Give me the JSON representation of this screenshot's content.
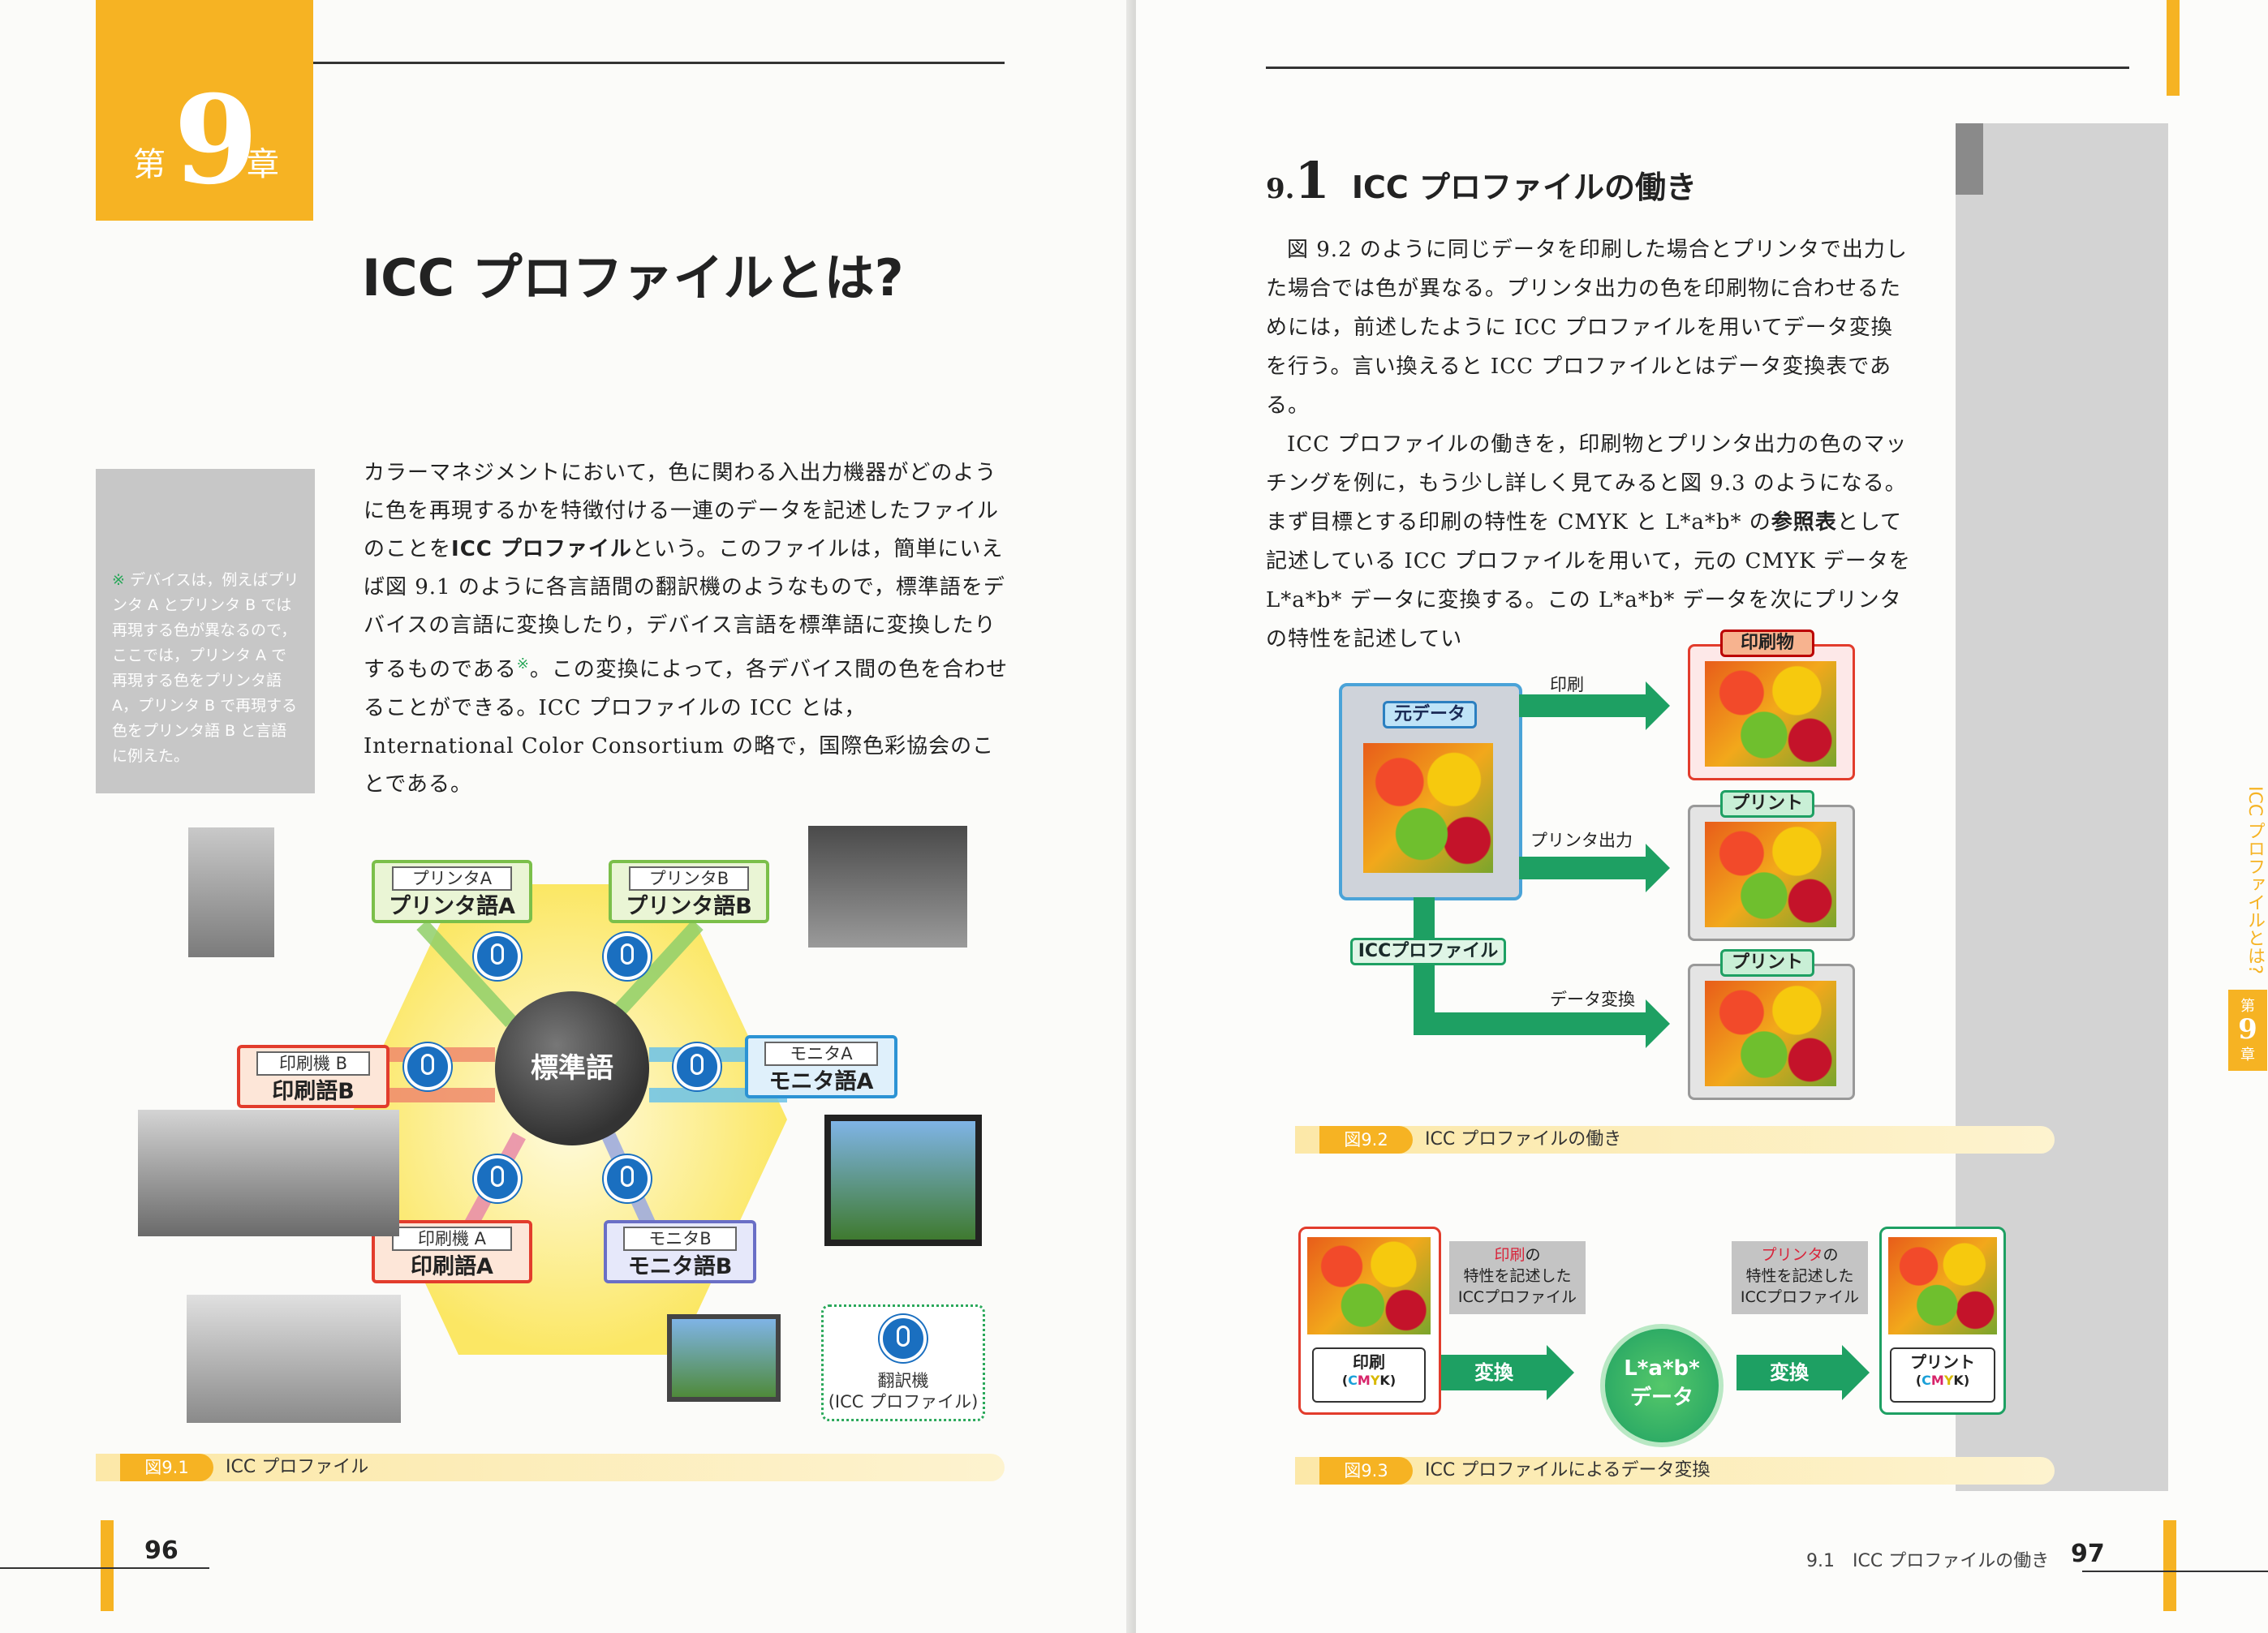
{
  "left_page": {
    "chapter": {
      "prefix": "第",
      "number": "9",
      "suffix": "章"
    },
    "title": "ICC プロファイルとは?",
    "note": {
      "mark": "※",
      "text": "デバイスは，例えばプリンタ A とプリンタ B では再現する色が異なるので，ここでは，プリンタ A で再現する色をプリンタ語 A，プリンタ B で再現する色をプリンタ語 B と言語に例えた。"
    },
    "body": {
      "p1a": "カラーマネジメントにおいて，色に関わる入出力機器がどのように色を再現するかを特徴付ける一連のデータを記述したファイルのことを",
      "p1b": "ICC プロファイル",
      "p1c": "という。このファイルは，簡単にいえば図 9.1 のように各言語間の翻訳機のようなもので，標準語をデバイスの言語に変換したり，デバイス言語を標準語に変換したりするものである",
      "p1sup": "※",
      "p1d": "。この変換によって，各デバイス間の色を合わせることができる。ICC プロファイルの ICC とは，International Color Consortium の略で，国際色彩協会のことである。"
    },
    "figure": {
      "hub": "標準語",
      "boxes": [
        {
          "device": "プリンタA",
          "lang": "プリンタ語A"
        },
        {
          "device": "プリンタB",
          "lang": "プリンタ語B"
        },
        {
          "device": "印刷機 B",
          "lang": "印刷語B"
        },
        {
          "device": "モニタA",
          "lang": "モニタ語A"
        },
        {
          "device": "印刷機 A",
          "lang": "印刷語A"
        },
        {
          "device": "モニタB",
          "lang": "モニタ語B"
        }
      ],
      "legend_line1": "翻訳機",
      "legend_line2": "(ICC プロファイル)",
      "caption_no": "図9.1",
      "caption": "ICC プロファイル"
    },
    "page_number": "96"
  },
  "right_page": {
    "section": {
      "num_small": "9.",
      "num_big": "1",
      "title": "ICC プロファイルの働き"
    },
    "body": {
      "p1": "図 9.2 のように同じデータを印刷した場合とプリンタで出力した場合では色が異なる。プリンタ出力の色を印刷物に合わせるためには，前述したように ICC プロファイルを用いてデータ変換を行う。言い換えると ICC プロファイルとはデータ変換表である。",
      "p2a": "ICC プロファイルの働きを，印刷物とプリンタ出力の色のマッチングを例に，もう少し詳しく見てみると図 9.3 のようになる。まず目標とする印刷の特性を CMYK と L*a*b* の",
      "p2b": "参照表",
      "p2c": "として記述している ICC プロファイルを用いて，元の CMYK データを L*a*b* データに変換する。この L*a*b* データを次にプリンタの特性を記述してい"
    },
    "fig92": {
      "source": "元データ",
      "arrow1": "印刷",
      "arrow2": "プリンタ出力",
      "arrow3": "データ変換",
      "profile": "ICCプロファイル",
      "out1": "印刷物",
      "out2": "プリント",
      "out3": "プリント",
      "caption_no": "図9.2",
      "caption": "ICC プロファイルの働き"
    },
    "fig93": {
      "left_label": "印刷",
      "cmyk": [
        "C",
        "M",
        "Y",
        "K"
      ],
      "conv": "変換",
      "profile1_red": "印刷",
      "profile1_rest1": "の",
      "profile1_rest2": "特性を記述した",
      "profile1_rest3": "ICCプロファイル",
      "profile2_red": "プリンタ",
      "profile2_rest1": "の",
      "profile2_rest2": "特性を記述した",
      "profile2_rest3": "ICCプロファイル",
      "lab1": "L*a*b*",
      "lab2": "データ",
      "conv2": "変換",
      "right_label": "プリント",
      "caption_no": "図9.3",
      "caption": "ICC プロファイルによるデータ変換"
    },
    "footer": {
      "running": "9.1　ICC プロファイルの働き",
      "page_number": "97"
    },
    "side_tab": {
      "text": "ICC プロファイルとは?",
      "chapter_prefix": "第",
      "chapter_number": "9",
      "chapter_suffix": "章"
    }
  },
  "colors": {
    "accent": "#f6b323",
    "green": "#1ea063",
    "blue": "#1a6fc0",
    "red": "#d8243a"
  }
}
